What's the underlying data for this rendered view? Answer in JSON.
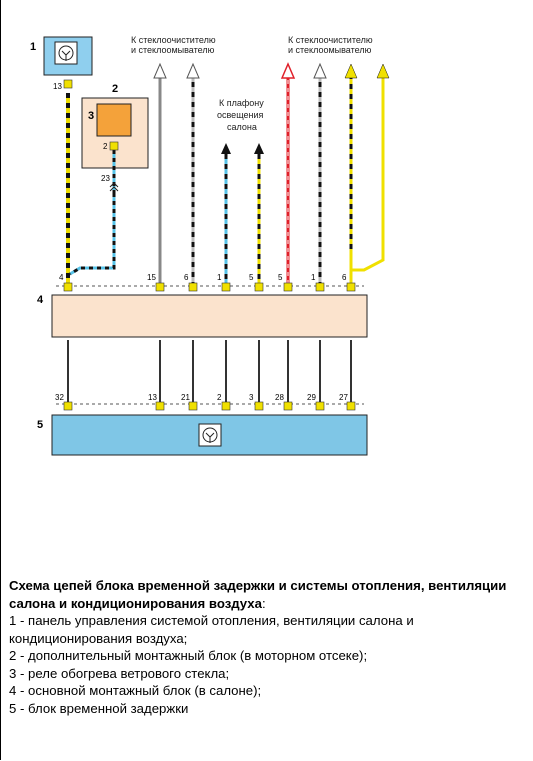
{
  "diagram": {
    "labels": {
      "wiper_left": [
        "К стеклоочистителю",
        "и стеклоомывателю"
      ],
      "wiper_right": [
        "К стеклоочистителю",
        "и стеклоомывателю"
      ],
      "lamp": [
        "К плафону",
        "освещения",
        "салона"
      ]
    },
    "components": {
      "c1": "1",
      "c2": "2",
      "c3": "3",
      "c4": "4",
      "c5": "5"
    },
    "pins": {
      "p13_top": "13",
      "p2_relay": "2",
      "p23": "23",
      "block4_top": [
        "4",
        "15",
        "6",
        "1",
        "5",
        "5",
        "1",
        "6"
      ],
      "block5_top": [
        "32",
        "13",
        "21",
        "2",
        "3",
        "28",
        "29",
        "27"
      ]
    },
    "colors": {
      "yellow": "#f0e000",
      "blue": "#57c3e8",
      "red": "#e0202a",
      "black": "#111111",
      "block": "#fbe3cd",
      "block5": "#7fc6e6",
      "relay": "#f4a23a",
      "panel": "#8fcfee"
    }
  },
  "caption": {
    "title": "Схема цепей блока временной задержки и системы отопления, вентиляции салона и кондиционирования воздуха",
    "title_suffix": ":",
    "items": [
      "1 - панель управления системой отопления, вентиляции салона и кондиционирования воздуха;",
      "2 - дополнительный монтажный блок (в моторном отсеке);",
      "3 - реле обогрева ветрового стекла;",
      "4 - основной монтажный блок (в салоне);",
      "5 - блок временной задержки"
    ]
  }
}
